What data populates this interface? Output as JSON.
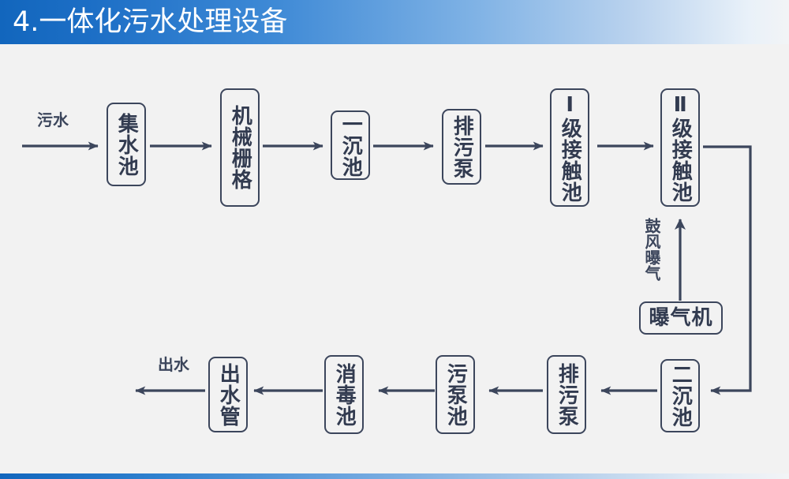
{
  "header": {
    "title": "4.一体化污水处理设备",
    "bar_color_start": "#1266bd",
    "bar_color_end": "#f2f4f6",
    "title_color": "#ffffff"
  },
  "theme": {
    "background": "#f2f2f2",
    "line_color": "#3c465c",
    "text_color": "#323b50"
  },
  "diagram": {
    "type": "flowchart",
    "orientation": "serpentine-two-rows",
    "nodes": [
      {
        "id": "n1",
        "label": "集水池",
        "row": "top",
        "orient": "vertical"
      },
      {
        "id": "n2",
        "label": "机械栅格",
        "row": "top",
        "orient": "vertical"
      },
      {
        "id": "n3",
        "label": "一沉池",
        "row": "top",
        "orient": "vertical"
      },
      {
        "id": "n4",
        "label": "排污泵",
        "row": "top",
        "orient": "vertical"
      },
      {
        "id": "n5",
        "label": "Ⅰ级接触池",
        "row": "top",
        "orient": "vertical"
      },
      {
        "id": "n6",
        "label": "Ⅱ级接触池",
        "row": "top",
        "orient": "vertical"
      },
      {
        "id": "n7",
        "label": "曝气机",
        "row": "middle",
        "orient": "horizontal"
      },
      {
        "id": "n8",
        "label": "二沉池",
        "row": "bottom",
        "orient": "vertical"
      },
      {
        "id": "n9",
        "label": "排污泵",
        "row": "bottom",
        "orient": "vertical"
      },
      {
        "id": "n10",
        "label": "污泵池",
        "row": "bottom",
        "orient": "vertical"
      },
      {
        "id": "n11",
        "label": "消毒池",
        "row": "bottom",
        "orient": "vertical"
      },
      {
        "id": "n12",
        "label": "出水管",
        "row": "bottom",
        "orient": "vertical"
      }
    ],
    "labels": {
      "inlet": "污水",
      "outlet": "出水",
      "aeration": "鼓风曝气"
    },
    "edges": [
      {
        "from": "inlet",
        "to": "n1"
      },
      {
        "from": "n1",
        "to": "n2"
      },
      {
        "from": "n2",
        "to": "n3"
      },
      {
        "from": "n3",
        "to": "n4"
      },
      {
        "from": "n4",
        "to": "n5"
      },
      {
        "from": "n5",
        "to": "n6"
      },
      {
        "from": "n7",
        "to": "n6",
        "label": "鼓风曝气"
      },
      {
        "from": "n6",
        "to": "n8"
      },
      {
        "from": "n8",
        "to": "n9"
      },
      {
        "from": "n9",
        "to": "n10"
      },
      {
        "from": "n10",
        "to": "n11"
      },
      {
        "from": "n11",
        "to": "n12"
      },
      {
        "from": "n12",
        "to": "outlet"
      }
    ]
  }
}
